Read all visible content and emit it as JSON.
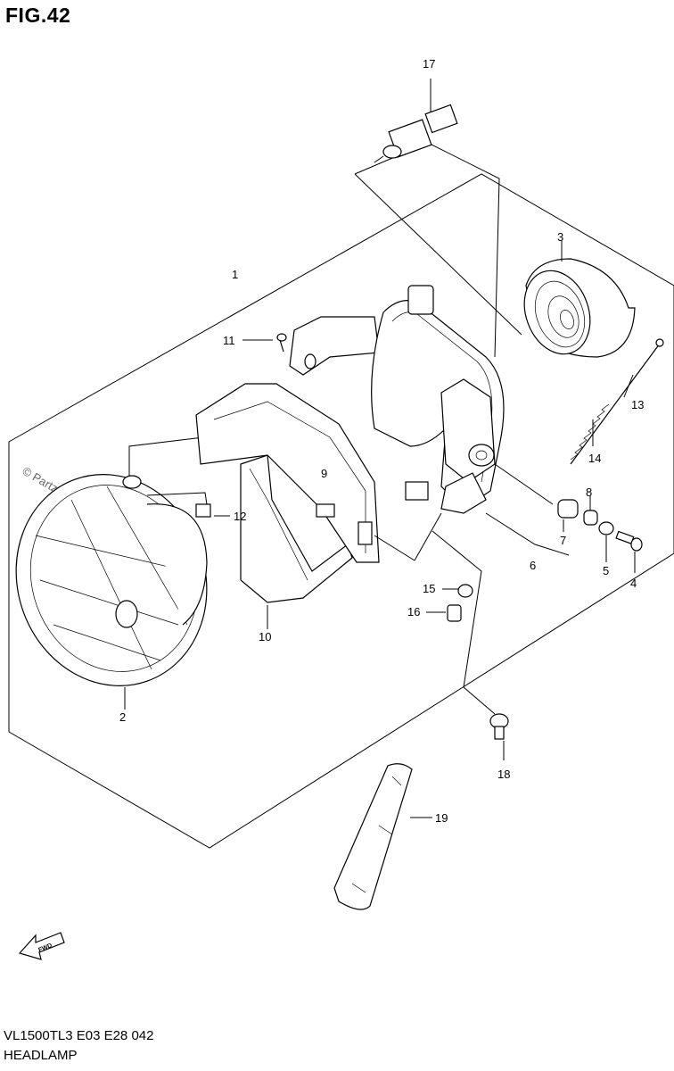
{
  "figure_title": "FIG.42",
  "footer": {
    "model_code": "VL1500TL3  E03  E28  042",
    "section_name": "HEADLAMP"
  },
  "watermark": "© Partzilla.com",
  "fwd_label": "FWD",
  "callouts": [
    "1",
    "2",
    "3",
    "4",
    "5",
    "6",
    "7",
    "8",
    "9",
    "10",
    "11",
    "12",
    "13",
    "14",
    "15",
    "16",
    "17",
    "18",
    "19"
  ]
}
